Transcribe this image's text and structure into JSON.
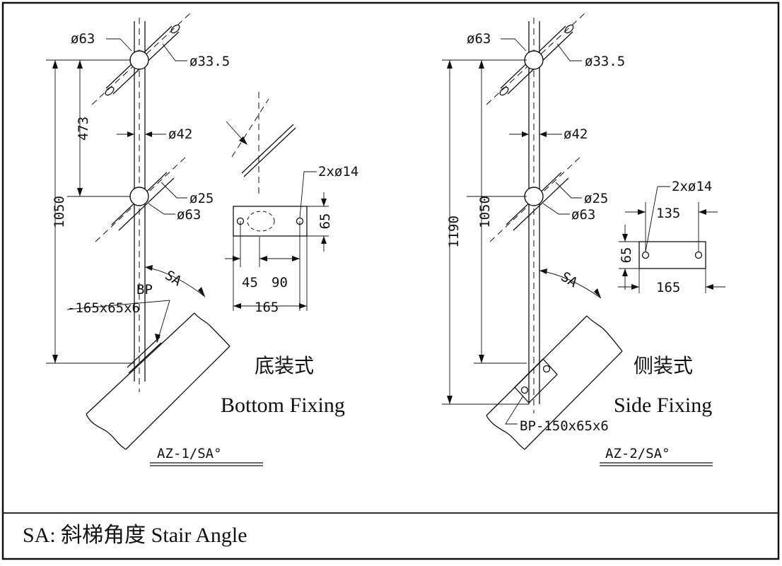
{
  "left": {
    "d_top_post": "ø63",
    "d_rail": "ø33.5",
    "dim_473": "473",
    "d_post": "ø42",
    "d_bot_rail": "ø25",
    "d_bot_post": "ø63",
    "dim_1050": "1050",
    "sa": "SA",
    "bp_label": "BP",
    "bp_size": "-165x65x6",
    "plate_holes": "2xø14",
    "plate_h": "65",
    "plate_45": "45",
    "plate_90": "90",
    "plate_w": "165",
    "cn_title": "底装式",
    "en_title": "Bottom Fixing",
    "code": "AZ-1/SA°"
  },
  "right": {
    "d_top_post": "ø63",
    "d_rail": "ø33.5",
    "d_post": "ø42",
    "d_bot_rail": "ø25",
    "d_bot_post": "ø63",
    "dim_1190": "1190",
    "dim_1050": "1050",
    "sa": "SA",
    "bp_size": "BP-150x65x6",
    "plate_holes": "2xø14",
    "plate_135": "135",
    "plate_h": "65",
    "plate_w": "165",
    "cn_title": "侧装式",
    "en_title": "Side Fixing",
    "code": "AZ-2/SA°"
  },
  "footer": {
    "note": "SA:  斜梯角度  Stair Angle"
  }
}
